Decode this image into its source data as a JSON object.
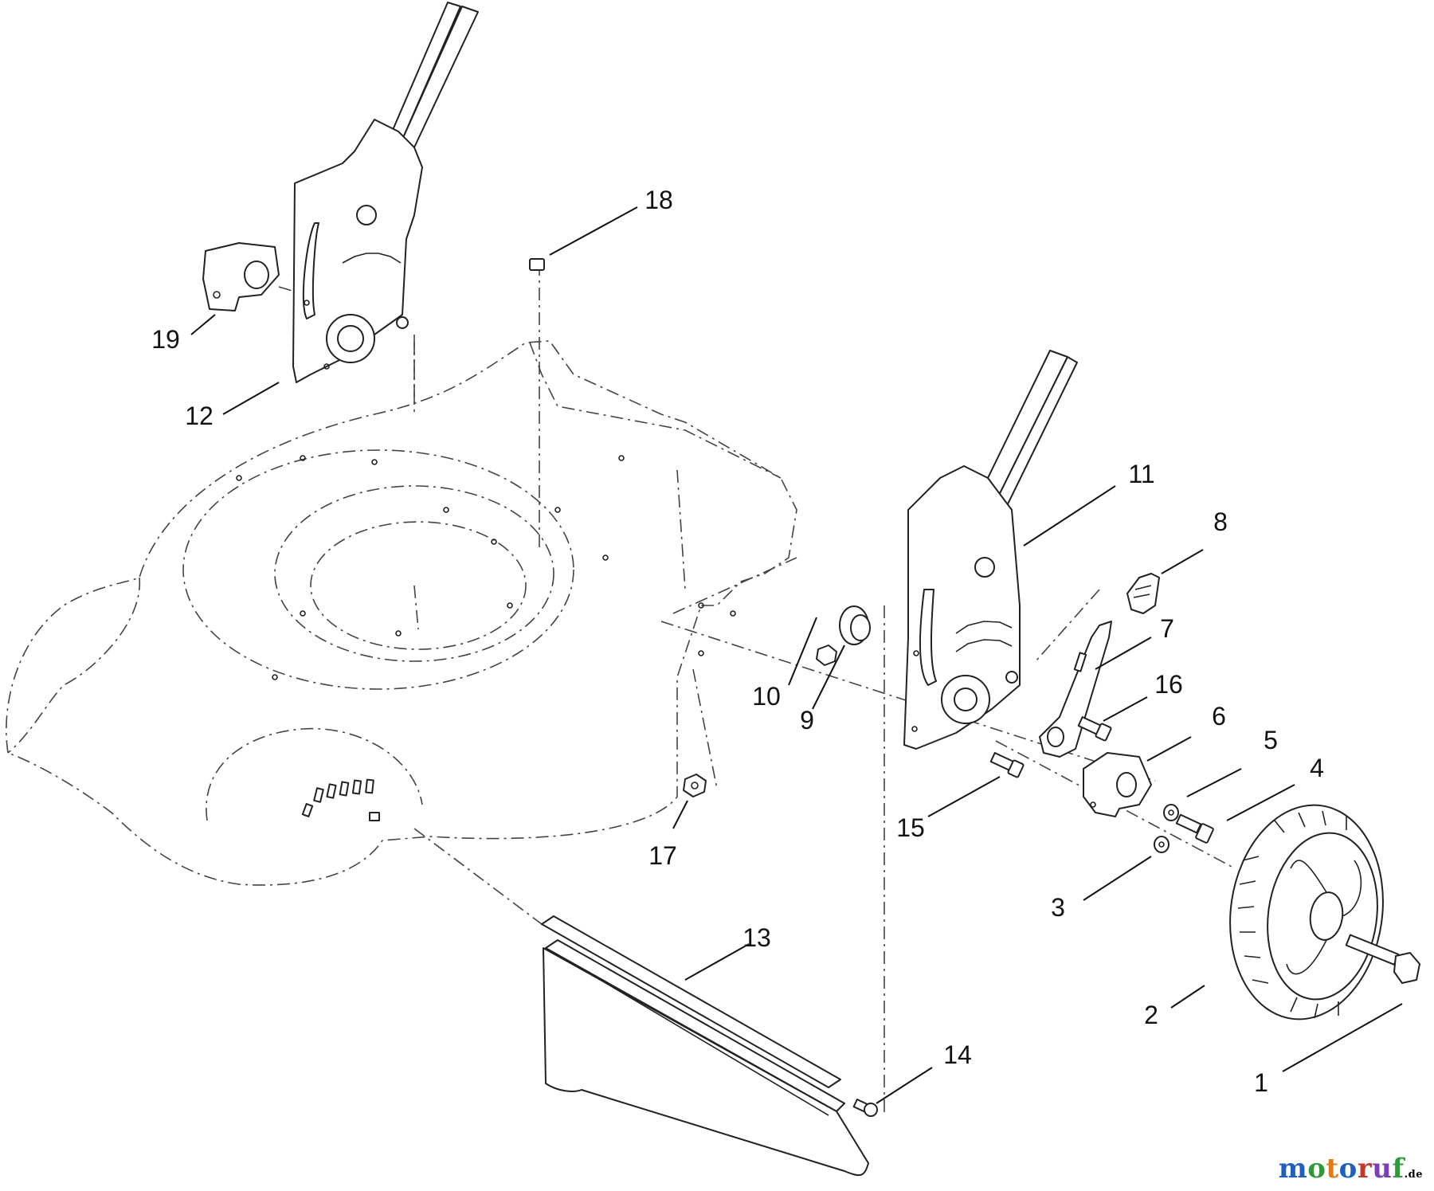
{
  "diagram": {
    "callouts": [
      "1",
      "2",
      "3",
      "4",
      "5",
      "6",
      "7",
      "8",
      "9",
      "10",
      "11",
      "12",
      "13",
      "14",
      "15",
      "16",
      "17",
      "18",
      "19"
    ]
  },
  "watermark": {
    "letters": [
      "m",
      "o",
      "t",
      "o",
      "r",
      "u",
      "f"
    ],
    "letter_colors": [
      "#1f5fbf",
      "#2e9a3a",
      "#e07b1a",
      "#1f5fbf",
      "#c0392b",
      "#7a3fb0",
      "#2e9a3a"
    ],
    "suffix": ".de"
  }
}
